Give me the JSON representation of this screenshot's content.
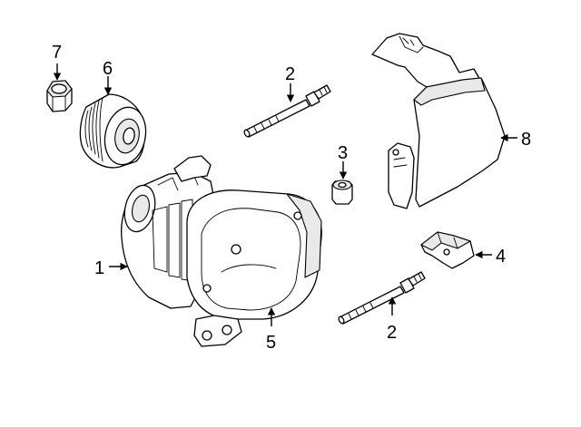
{
  "diagram": {
    "callouts": {
      "c1": "1",
      "c2a": "2",
      "c2b": "2",
      "c3": "3",
      "c4": "4",
      "c5": "5",
      "c6": "6",
      "c7": "7",
      "c8": "8"
    }
  },
  "colors": {
    "line": "#000000",
    "background": "#ffffff",
    "shade": "#e9e9e9"
  }
}
